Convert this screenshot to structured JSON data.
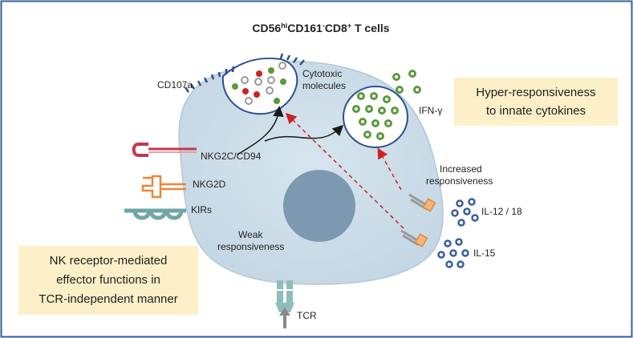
{
  "title": {
    "main": "CD56",
    "sup1": "hi",
    "mid": "CD161",
    "sup2": "-",
    "mid2": "CD8",
    "sup3": "+",
    "tail": " T cells"
  },
  "labels": {
    "cd107a": "CD107a",
    "cytotoxic_line1": "Cytotoxic",
    "cytotoxic_line2": "molecules",
    "ifn": "IFN-γ",
    "nkg2c": "NKG2C/CD94",
    "nkg2d": "NKG2D",
    "kirs": "KIRs",
    "increased_line1": "Increased",
    "increased_line2": "responsiveness",
    "il12": "IL-12 / 18",
    "il15": "IL-15",
    "weak_line1": "Weak",
    "weak_line2": "responsiveness",
    "tcr": "TCR"
  },
  "callouts": {
    "hyper": [
      "Hyper-responsiveness",
      "to innate cytokines"
    ],
    "nk": [
      "NK receptor-mediated",
      "effector functions in",
      "TCR-independent manner"
    ]
  },
  "colors": {
    "border": "#3a5c98",
    "cell_fill": "#ccdde8",
    "nucleus": "#7d98b1",
    "membrane": "#2f4f8f",
    "granule_green": "#5a9a3a",
    "granule_red": "#cc2222",
    "arrow_red": "#cc2222",
    "nkg2c": "#c0394d",
    "nkg2d": "#e8873a",
    "kirs": "#6fa6a6",
    "tcr": "#8fbcbc",
    "cytokine": "#355e9e",
    "callout_bg": "#fdf0c8"
  },
  "icons": [
    "nkg2c-receptor-icon",
    "nkg2d-receptor-icon",
    "kir-receptor-icon",
    "tcr-receptor-icon",
    "cytokine-receptor-icon"
  ]
}
